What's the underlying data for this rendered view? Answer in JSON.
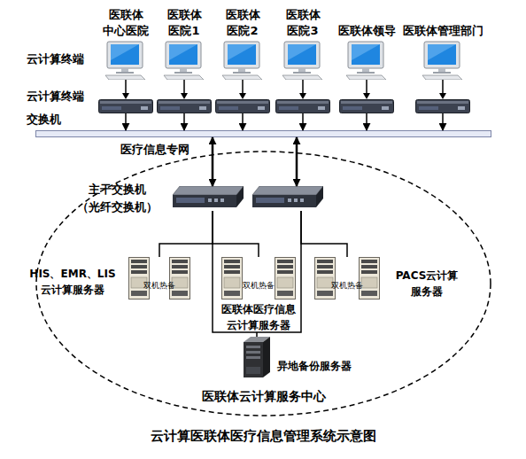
{
  "diagram": {
    "caption": "云计算医联体医疗信息管理系统示意图",
    "nodes": [
      {
        "text": [
          "医联体 中心医院"
        ]
      },
      {
        "text": [
          "医联体 医院1"
        ]
      },
      {
        "text": [
          "医联体 医院2"
        ]
      },
      {
        "text": [
          "医联体 医院3"
        ]
      },
      {
        "text": [
          "医联体领导"
        ]
      },
      {
        "text": [
          "医联体管理部门"
        ]
      },
      {
        "text": [
          "医疗信息专网"
        ]
      },
      {
        "text": [
          "医联体云计算服务中心"
        ]
      },
      {
        "text": [
          "主干交换机 （光纤交换机）"
        ],
        "in": 7
      },
      {
        "text": [
          "HIS、EMR、LIS 云计算服务器",
          "双机热备"
        ],
        "in": 7
      },
      {
        "text": [
          "双机热备",
          "医联体医疗信息 云计算服务器"
        ],
        "in": 7
      },
      {
        "text": [
          "双机热备",
          "PACS云计算 服务器"
        ],
        "in": 7
      },
      {
        "text": [
          "异地备份服务器"
        ],
        "in": 7
      }
    ],
    "edges": [
      {
        "from": 0,
        "to": 6,
        "arrow": "to"
      },
      {
        "from": 1,
        "to": 6,
        "arrow": "to"
      },
      {
        "from": 2,
        "to": 6,
        "arrow": "to"
      },
      {
        "from": 3,
        "to": 6,
        "arrow": "to"
      },
      {
        "from": 4,
        "to": 6,
        "arrow": "to"
      },
      {
        "from": 5,
        "to": 6,
        "arrow": "to"
      },
      {
        "from": 6,
        "to": 8,
        "arrow": "both"
      },
      {
        "from": 6,
        "to": 8,
        "arrow": "both"
      },
      {
        "from": 8,
        "to": 9,
        "arrow": "none"
      },
      {
        "from": 8,
        "to": 10,
        "arrow": "none"
      },
      {
        "from": 8,
        "to": 11,
        "arrow": "none"
      },
      {
        "from": 8,
        "to": 12,
        "arrow": "none"
      }
    ],
    "labels": [
      "云计算终端",
      "云计算终端 交换机"
    ]
  }
}
